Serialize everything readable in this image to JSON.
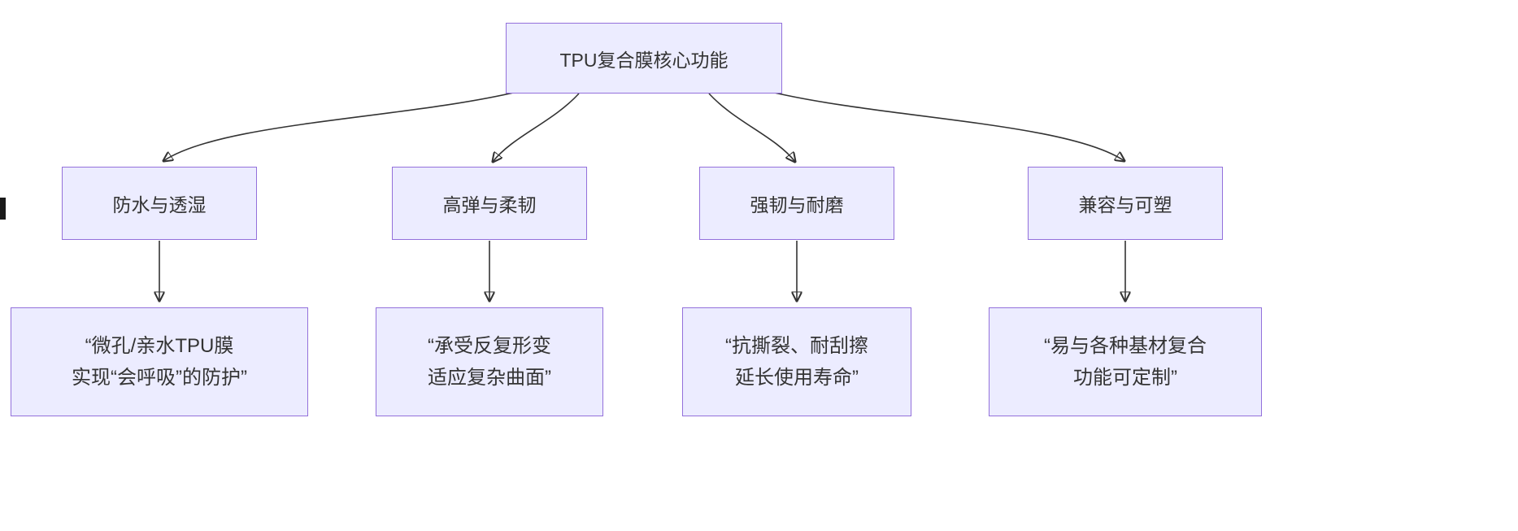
{
  "diagram": {
    "type": "flowchart",
    "direction": "top-down",
    "root": {
      "label": "TPU复合膜核心功能"
    },
    "branches": [
      {
        "title": "防水与透湿",
        "desc1": "“微孔/亲水TPU膜",
        "desc2": "实现“会呼吸”的防护”"
      },
      {
        "title": "高弹与柔韧",
        "desc1": "“承受反复形变",
        "desc2": "适应复杂曲面”"
      },
      {
        "title": "强韧与耐磨",
        "desc1": "“抗撕裂、耐刮擦",
        "desc2": "延长使用寿命”"
      },
      {
        "title": "兼容与可塑",
        "desc1": "“易与各种基材复合",
        "desc2": "功能可定制”"
      }
    ],
    "colors": {
      "node_fill": "#ECECFF",
      "node_border": "#9370DB",
      "edge": "#333333",
      "text": "#333333",
      "background": "#ffffff"
    }
  }
}
